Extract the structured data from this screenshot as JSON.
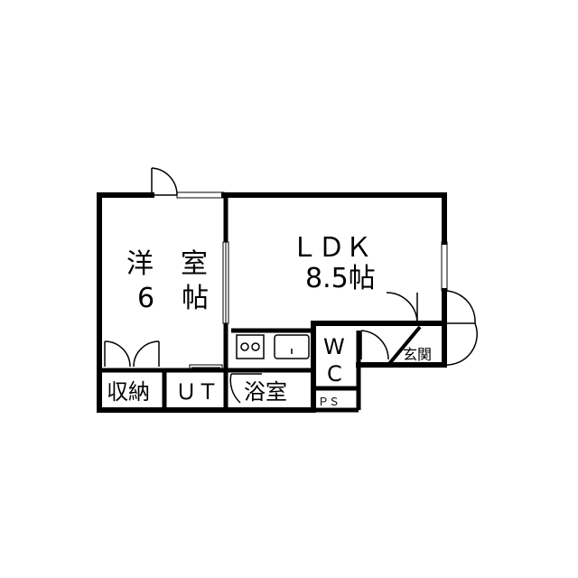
{
  "floorplan": {
    "rooms": {
      "western_room": {
        "name": "洋　室",
        "size": "6　帖"
      },
      "ldk": {
        "name": "ＬＤＫ",
        "size": "8.5帖"
      },
      "storage": {
        "name": "収納"
      },
      "ut": {
        "name": "ＵＴ"
      },
      "bath": {
        "name": "浴室"
      },
      "wc_w": {
        "name": "W"
      },
      "wc_c": {
        "name": "C"
      },
      "ps": {
        "name": "ＰＳ"
      },
      "entrance": {
        "name": "玄関"
      }
    },
    "colors": {
      "wall": "#000000",
      "background": "#ffffff"
    }
  }
}
